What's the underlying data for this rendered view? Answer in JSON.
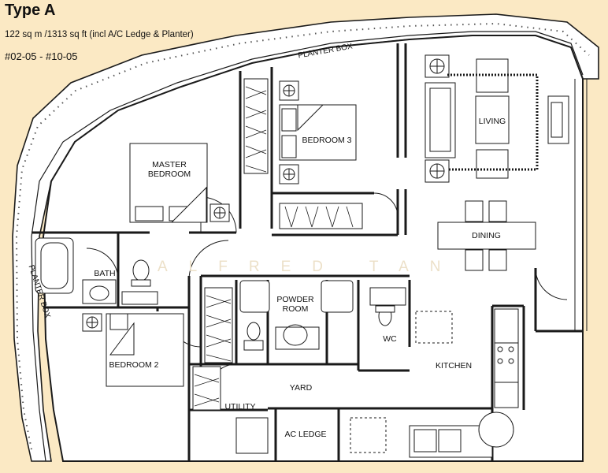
{
  "header": {
    "type": "Type A",
    "area": "122 sq m /1313 sq ft (incl A/C Ledge & Planter)",
    "units": "#02-05 - #10-05"
  },
  "rooms": {
    "master_bedroom": "MASTER\nBEDROOM",
    "bedroom3": "BEDROOM 3",
    "living": "LIVING",
    "dining": "DINING",
    "bath": "BATH",
    "powder_room": "POWDER\nROOM",
    "wc": "WC",
    "bedroom2": "BEDROOM 2",
    "kitchen": "KITCHEN",
    "yard": "YARD",
    "utility": "UTILITY",
    "ac_ledge": "AC LEDGE"
  },
  "planter_labels": {
    "top": "PLANTER BOX",
    "left": "PLANTER BOX"
  },
  "watermark": "ALFRED TAN",
  "colors": {
    "background": "#fbe9c4",
    "floor": "#ffffff",
    "wall": "#1a1a1a",
    "watermark": "#ece0c8"
  }
}
